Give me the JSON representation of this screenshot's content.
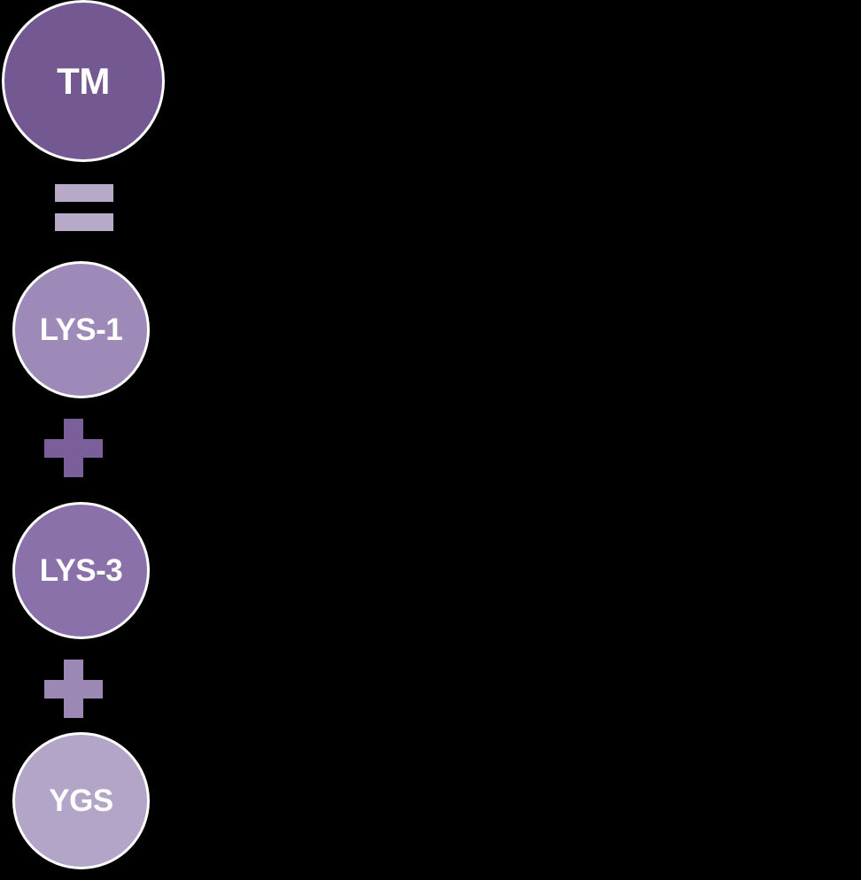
{
  "nodes": [
    {
      "id": "tm",
      "label": "TM",
      "color": "#735891"
    },
    {
      "id": "lys1",
      "label": "LYS-1",
      "color": "#9e8ab8"
    },
    {
      "id": "lys3",
      "label": "LYS-3",
      "color": "#8a71aa"
    },
    {
      "id": "ygs",
      "label": "YGS",
      "color": "#b2a5c8"
    }
  ],
  "operators": [
    {
      "symbol": "equals",
      "color": "#b7aac9"
    },
    {
      "symbol": "plus",
      "color": "#7a5f9a"
    },
    {
      "symbol": "plus",
      "color": "#9b88b5"
    }
  ],
  "colors": {
    "background": "#000000",
    "border": "#ffffff",
    "text": "#ffffff"
  }
}
